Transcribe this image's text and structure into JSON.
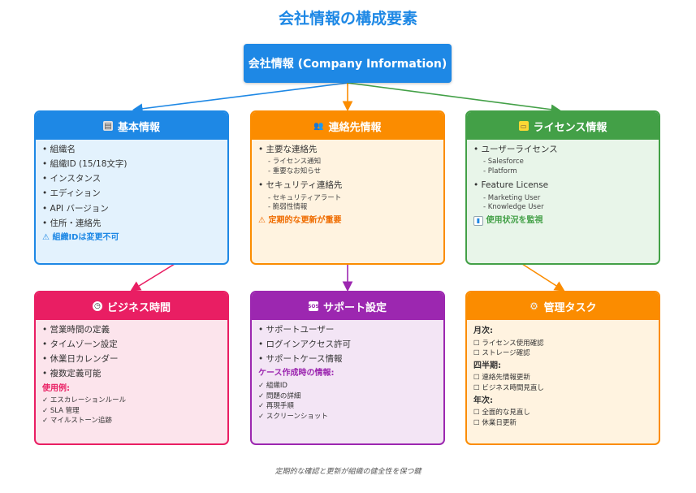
{
  "title": "会社情報の構成要素",
  "root": "会社情報 (Company Information)",
  "colors": {
    "blue": "#1e88e5",
    "orange": "#fb8c00",
    "green": "#43a047",
    "pink": "#e91e63",
    "purple": "#9c27b0",
    "amber": "#fb8c00"
  },
  "cards": {
    "basic": {
      "icon": "clipboard-icon",
      "title": "基本情報",
      "items": [
        "組織名",
        "組織ID (15/18文字)",
        "インスタンス",
        "エディション",
        "API バージョン",
        "住所・連絡先"
      ],
      "note": "⚠ 組織IDは変更不可"
    },
    "contact": {
      "icon": "people-icon",
      "title": "連絡先情報",
      "item1": "主要な連絡先",
      "item1_subs": [
        "ライセンス通知",
        "重要なお知らせ"
      ],
      "item2": "セキュリティ連絡先",
      "item2_subs": [
        "セキュリティアラート",
        "脆弱性情報"
      ],
      "note": "⚠ 定期的な更新が重要"
    },
    "license": {
      "icon": "ticket-icon",
      "title": "ライセンス情報",
      "item1": "ユーザーライセンス",
      "item1_subs": [
        "Salesforce",
        "Platform"
      ],
      "item2": "Feature License",
      "item2_subs": [
        "Marketing User",
        "Knowledge User"
      ],
      "note": "使用状況を監視"
    },
    "business": {
      "icon": "clock-icon",
      "title": "ビジネス時間",
      "items": [
        "営業時間の定義",
        "タイムゾーン設定",
        "休業日カレンダー",
        "複数定義可能"
      ],
      "example_label": "使用例:",
      "examples": [
        "✓ エスカレーションルール",
        "✓ SLA 管理",
        "✓ マイルストーン追跡"
      ]
    },
    "support": {
      "icon": "sos-icon",
      "title": "サポート設定",
      "items": [
        "サポートユーザー",
        "ログインアクセス許可",
        "サポートケース情報"
      ],
      "case_label": "ケース作成時の情報:",
      "case_items": [
        "✓ 組織ID",
        "✓ 問題の詳細",
        "✓ 再現手順",
        "✓ スクリーンショット"
      ]
    },
    "tasks": {
      "icon": "gear-icon",
      "title": "管理タスク",
      "monthly_label": "月次:",
      "monthly": [
        "☐ ライセンス使用確認",
        "☐ ストレージ確認"
      ],
      "quarterly_label": "四半期:",
      "quarterly": [
        "☐ 連絡先情報更新",
        "☐ ビジネス時間見直し"
      ],
      "yearly_label": "年次:",
      "yearly": [
        "☐ 全面的な見直し",
        "☐ 休業日更新"
      ]
    }
  },
  "footer": "定期的な確認と更新が組織の健全性を保つ鍵"
}
